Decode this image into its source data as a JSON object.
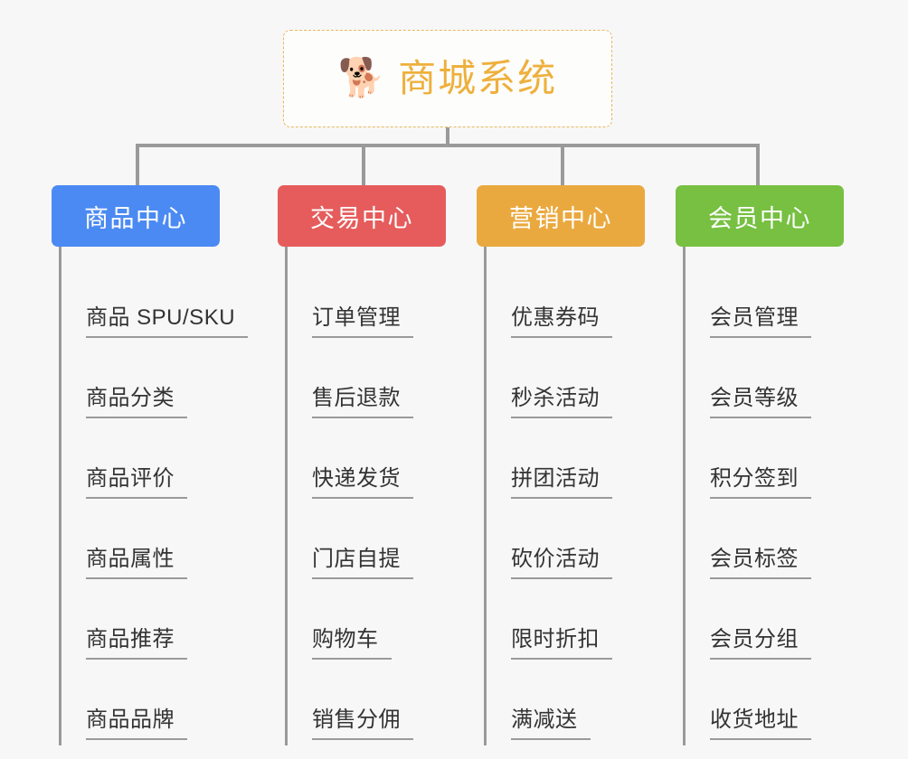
{
  "diagram": {
    "type": "mindmap-org-chart",
    "background_color": "#f7f7f7",
    "connector_color": "#9a9a9a",
    "root": {
      "icon": "shiba-dog-face-icon",
      "icon_glyph": "🐕",
      "title": "商城系统",
      "title_color": "#eeb03c",
      "border_color": "#eab85c",
      "background_color": "#fdfdfc"
    },
    "categories": [
      {
        "label": "商品中心",
        "color": "#4b8af2",
        "key": "product-center",
        "items": [
          "商品 SPU/SKU",
          "商品分类",
          "商品评价",
          "商品属性",
          "商品推荐",
          "商品品牌"
        ]
      },
      {
        "label": "交易中心",
        "color": "#e65c5c",
        "key": "trade-center",
        "items": [
          "订单管理",
          "售后退款",
          "快递发货",
          "门店自提",
          "购物车",
          "销售分佣"
        ]
      },
      {
        "label": "营销中心",
        "color": "#eaa93f",
        "key": "marketing-center",
        "items": [
          "优惠券码",
          "秒杀活动",
          "拼团活动",
          "砍价活动",
          "限时折扣",
          "满减送"
        ]
      },
      {
        "label": "会员中心",
        "color": "#77c042",
        "key": "member-center",
        "items": [
          "会员管理",
          "会员等级",
          "积分签到",
          "会员标签",
          "会员分组",
          "收货地址"
        ]
      }
    ]
  }
}
